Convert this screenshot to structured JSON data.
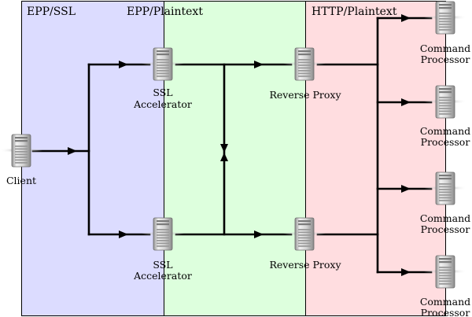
{
  "zones": {
    "epp_ssl": {
      "label": "EPP/SSL",
      "color": "#dcdcff"
    },
    "epp_plaintext": {
      "label": "EPP/Plaintext",
      "color": "#ddffdd"
    },
    "http_plaintext": {
      "label": "HTTP/Plaintext",
      "color": "#ffdde0"
    }
  },
  "nodes": {
    "client": {
      "label": "Client",
      "icon": "server-icon"
    },
    "ssl_accelerator_top": {
      "label_line1": "SSL",
      "label_line2": "Accelerator",
      "icon": "server-icon"
    },
    "ssl_accelerator_bottom": {
      "label_line1": "SSL",
      "label_line2": "Accelerator",
      "icon": "server-icon"
    },
    "reverse_proxy_top": {
      "label": "Reverse Proxy",
      "icon": "server-icon"
    },
    "reverse_proxy_bottom": {
      "label": "Reverse Proxy",
      "icon": "server-icon"
    },
    "command_processors": [
      {
        "label_line1": "Command",
        "label_line2": "Processor",
        "icon": "server-icon"
      },
      {
        "label_line1": "Command",
        "label_line2": "Processor",
        "icon": "server-icon"
      },
      {
        "label_line1": "Command",
        "label_line2": "Processor",
        "icon": "server-icon"
      },
      {
        "label_line1": "Command",
        "label_line2": "Processor",
        "icon": "server-icon"
      }
    ]
  }
}
